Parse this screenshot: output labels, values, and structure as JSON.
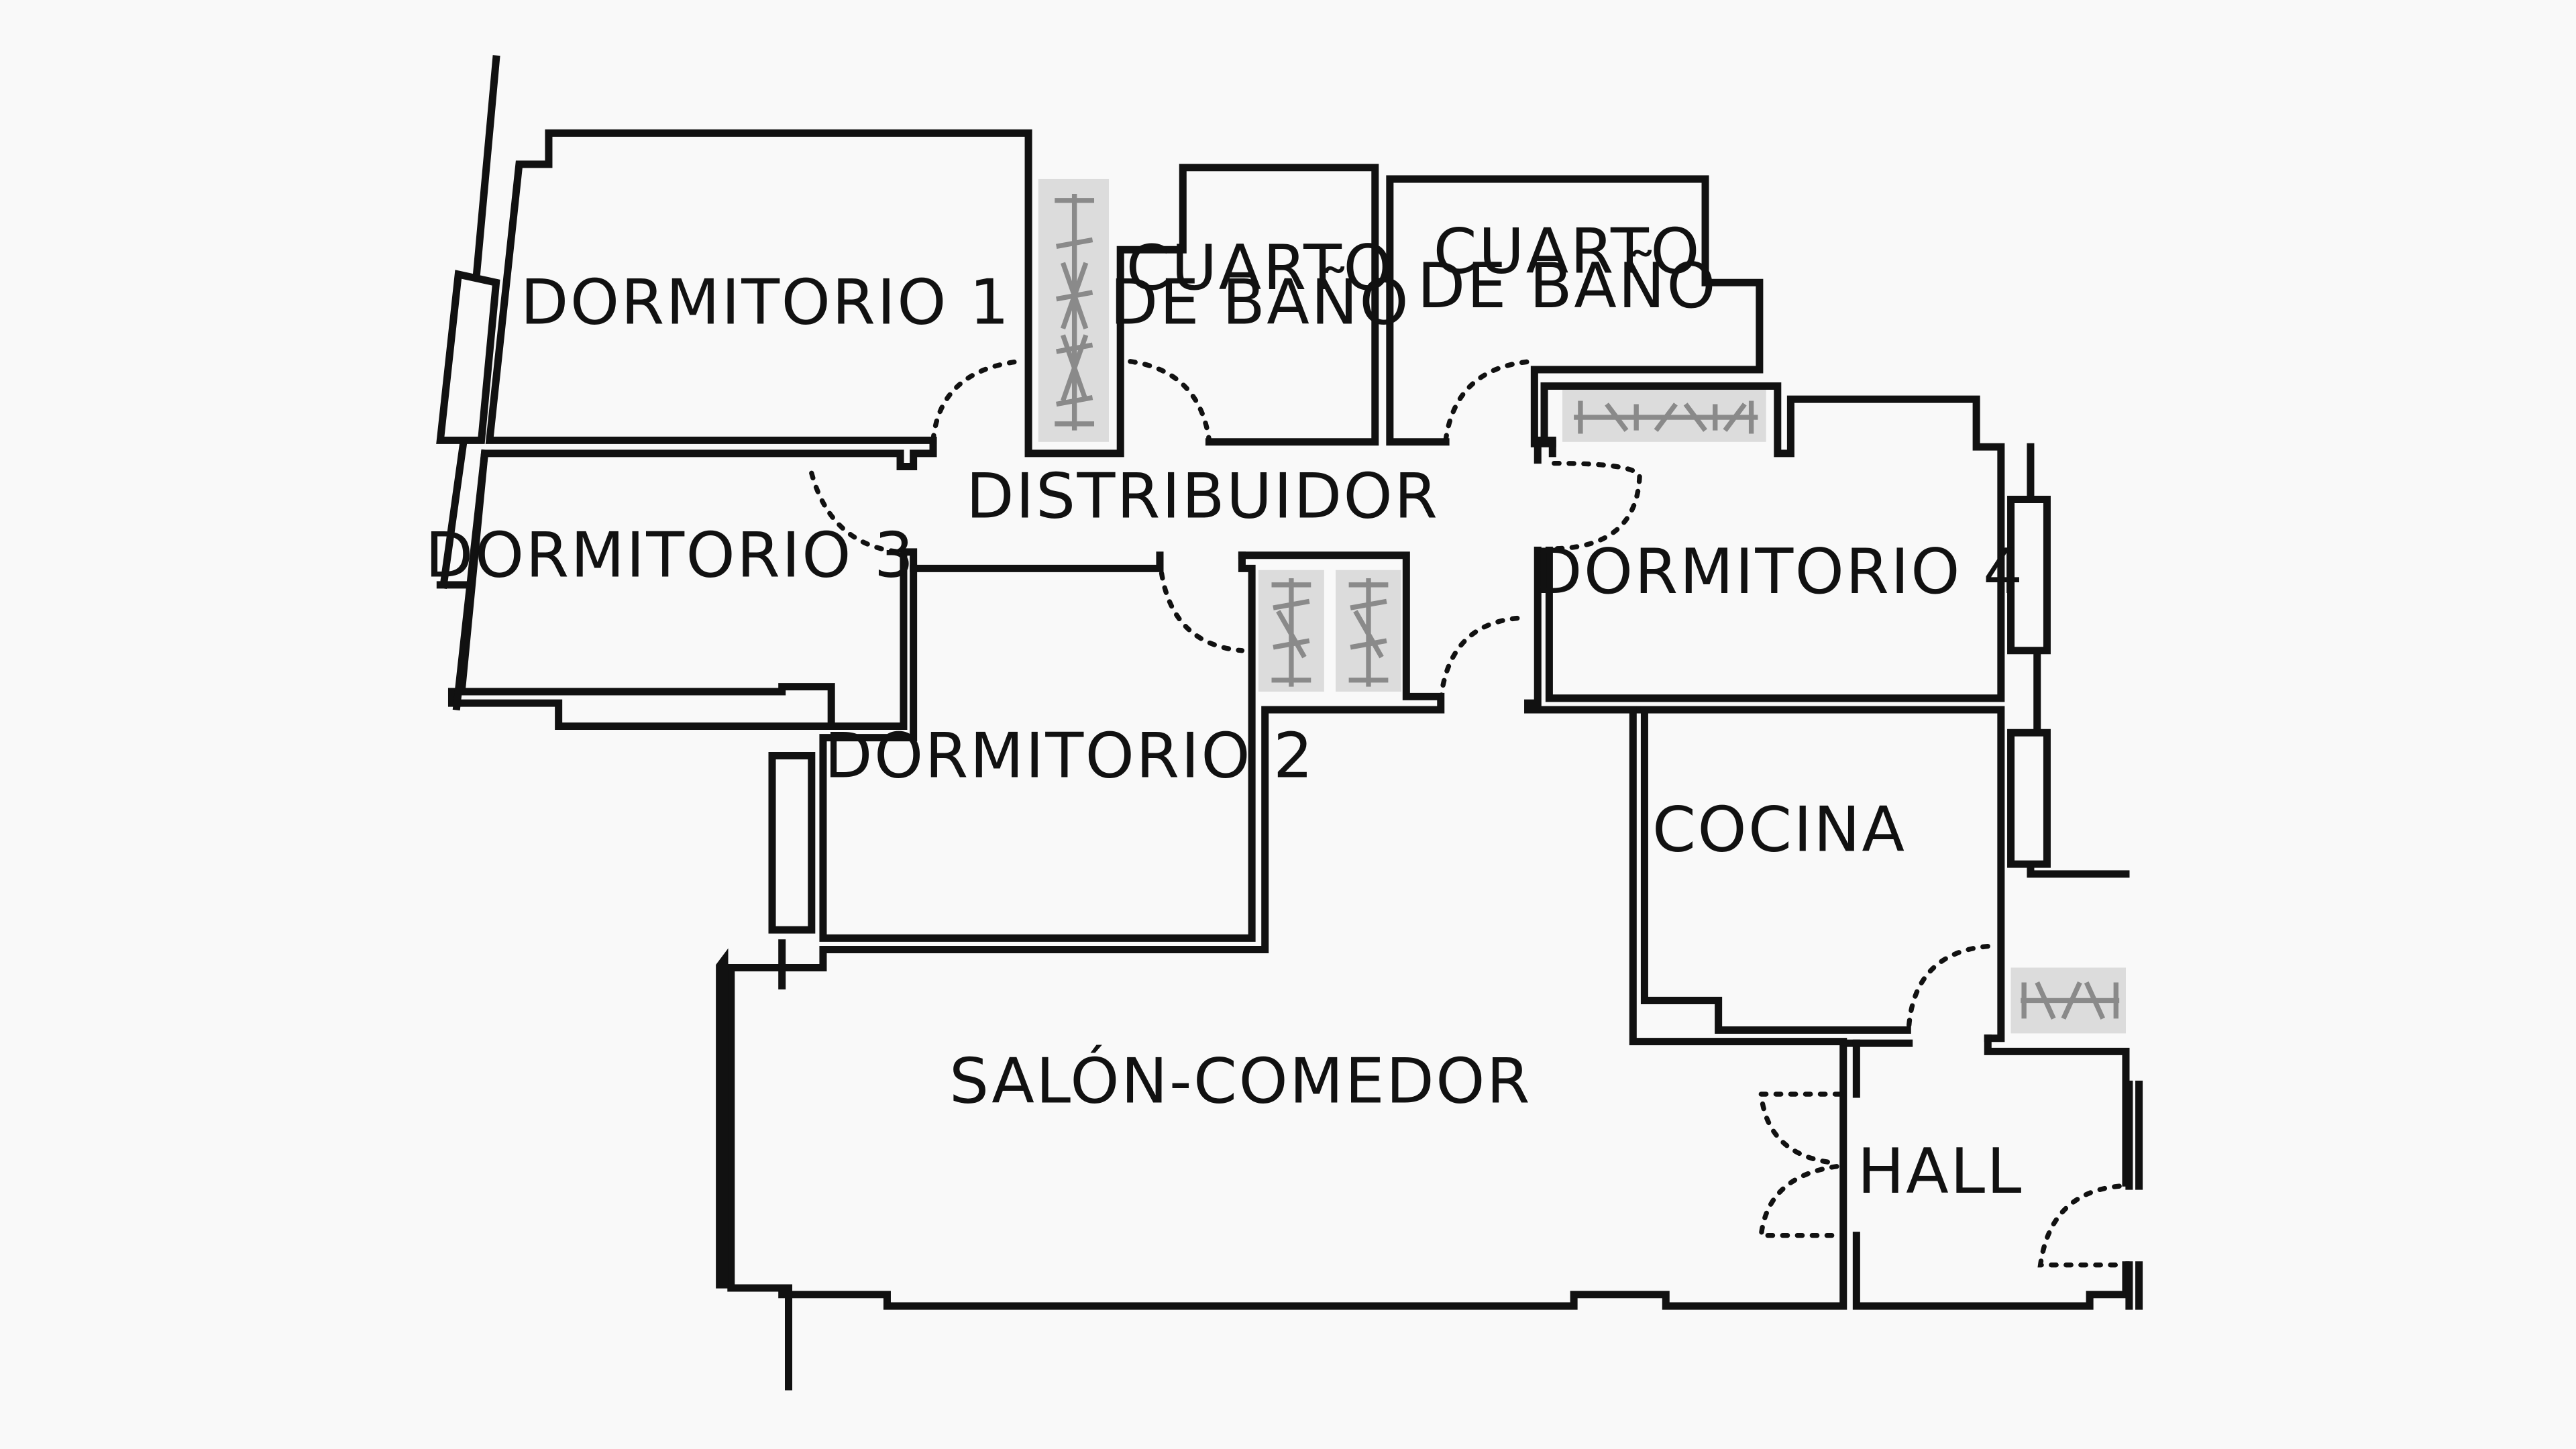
{
  "colors": {
    "background": "#f9f9f9",
    "wall": "#111111",
    "closet": "#dcdcdc",
    "closet_mark": "#8a8a8a"
  },
  "rooms": {
    "dormitorio_1": "DORMITORIO 1",
    "bano_1": [
      "CUARTO",
      "DE BAÑO"
    ],
    "bano_2": [
      "CUARTO",
      "DE BAÑO"
    ],
    "distribuidor": "DISTRIBUIDOR",
    "dormitorio_3": "DORMITORIO 3",
    "dormitorio_4": "DORMITORIO 4",
    "dormitorio_2": "DORMITORIO 2",
    "cocina": "COCINA",
    "salon_comedor": "SALÓN-COMEDOR",
    "hall": "HALL"
  },
  "icons": {
    "closet": "closet-icon",
    "door": "door-swing-icon",
    "window": "window-icon"
  }
}
